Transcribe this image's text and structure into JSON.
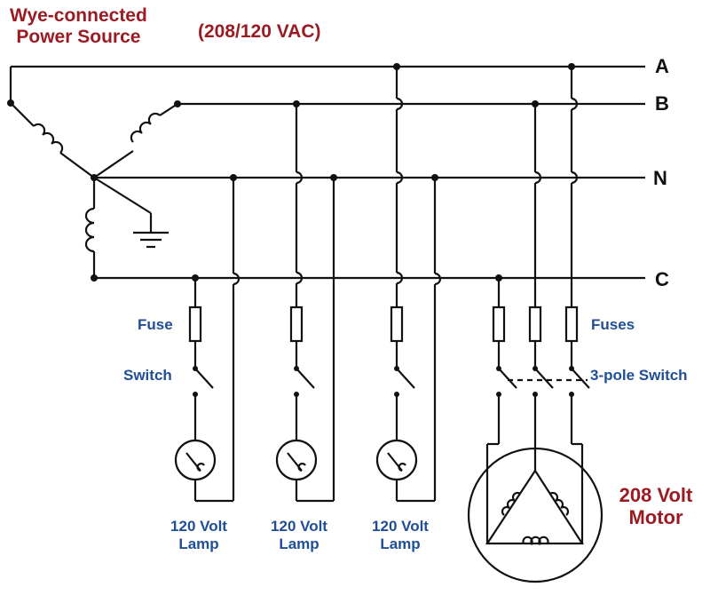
{
  "source": {
    "line1": "Wye-connected",
    "line2": "Power Source",
    "rating": "(208/120 VAC)"
  },
  "buses": {
    "a": "A",
    "b": "B",
    "n": "N",
    "c": "C"
  },
  "labels": {
    "fuse": "Fuse",
    "switch": "Switch",
    "fuses": "Fuses",
    "three_pole_switch": "3-pole Switch"
  },
  "lamps": [
    {
      "line1": "120 Volt",
      "line2": "Lamp"
    },
    {
      "line1": "120 Volt",
      "line2": "Lamp"
    },
    {
      "line1": "120 Volt",
      "line2": "Lamp"
    }
  ],
  "motor": {
    "line1": "208 Volt",
    "line2": "Motor"
  },
  "colors": {
    "title_red": "#9b1b22",
    "label_blue": "#1f4e96",
    "wire": "#111111"
  }
}
